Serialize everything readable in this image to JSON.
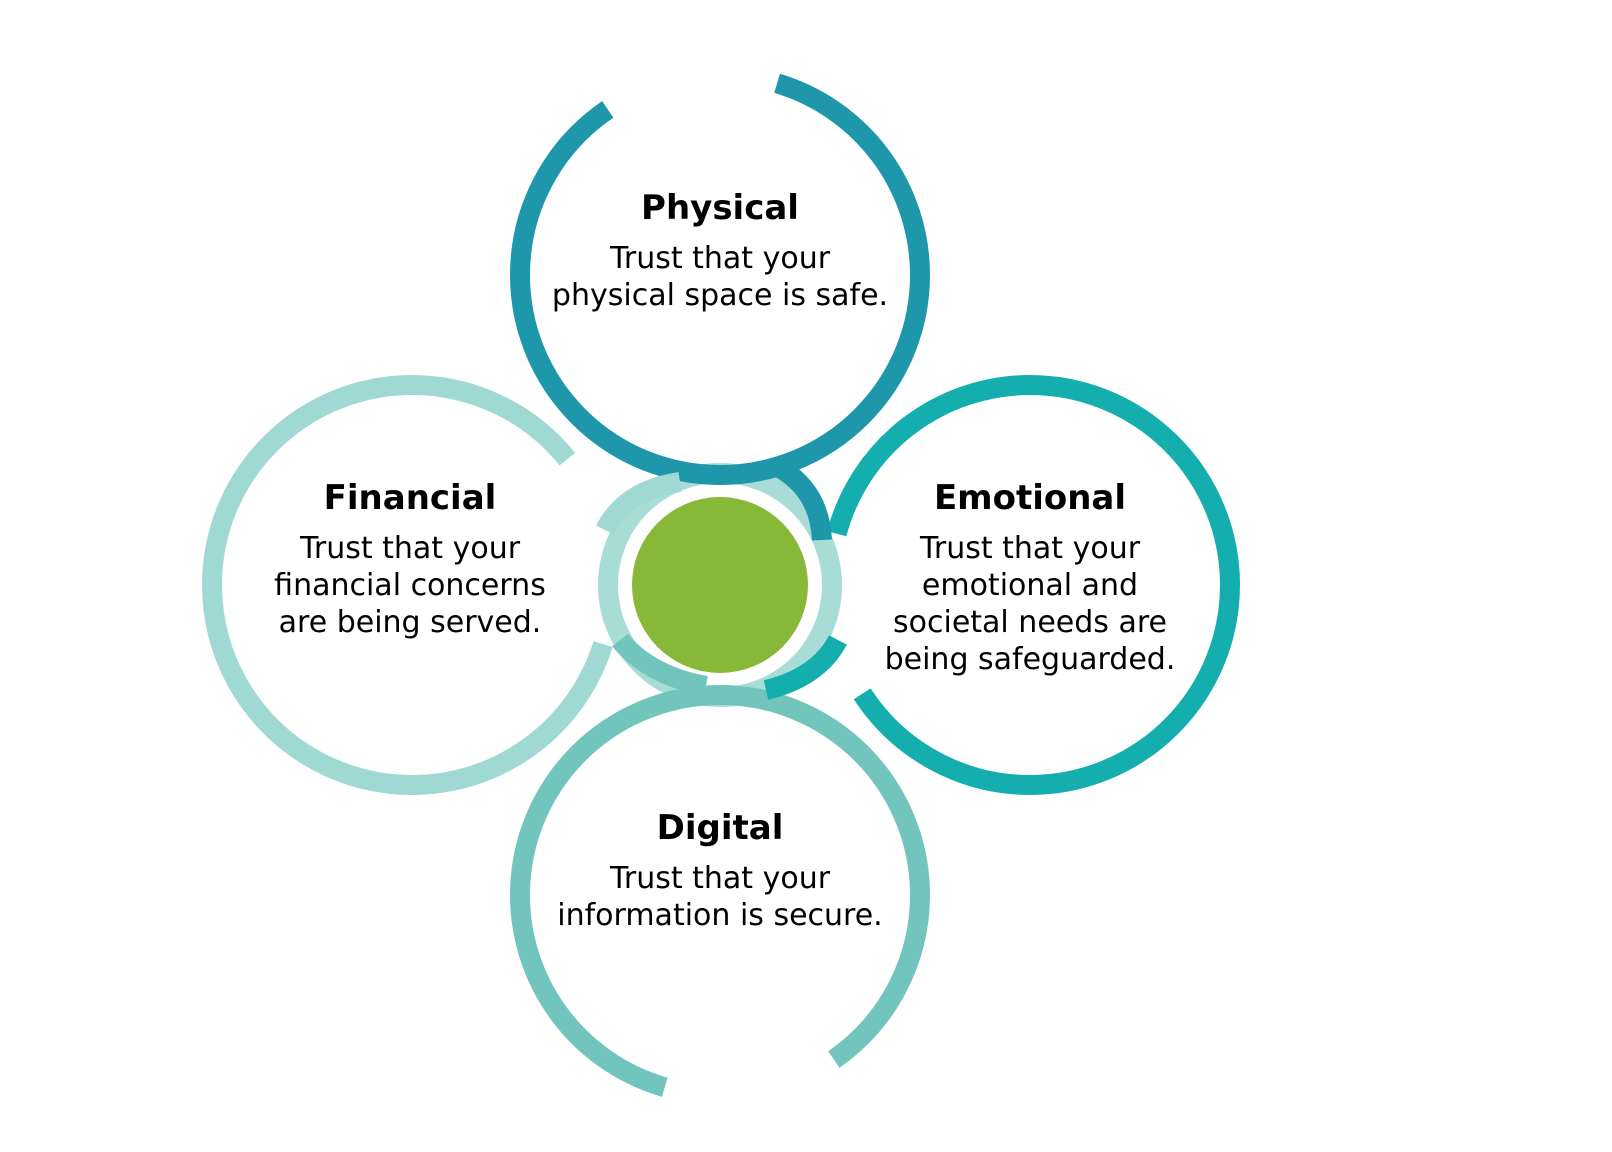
{
  "colors": {
    "physical": "#1E97AB",
    "emotional": "#14AEAE",
    "financial": "#A0D8D4",
    "digital": "#72C5BC",
    "center_fill": "#87B838",
    "connector_ring": "#A8DCD6",
    "text": "#000000"
  },
  "nodes": {
    "physical": {
      "title": "Physical",
      "lines": [
        "Trust that your",
        "physical space is safe."
      ]
    },
    "financial": {
      "title": "Financial",
      "lines": [
        "Trust that your",
        "financial concerns",
        "are being served."
      ]
    },
    "emotional": {
      "title": "Emotional",
      "lines": [
        "Trust that your",
        "emotional and",
        "societal needs are",
        "being safeguarded."
      ]
    },
    "digital": {
      "title": "Digital",
      "lines": [
        "Trust that your",
        "information is secure."
      ]
    }
  }
}
